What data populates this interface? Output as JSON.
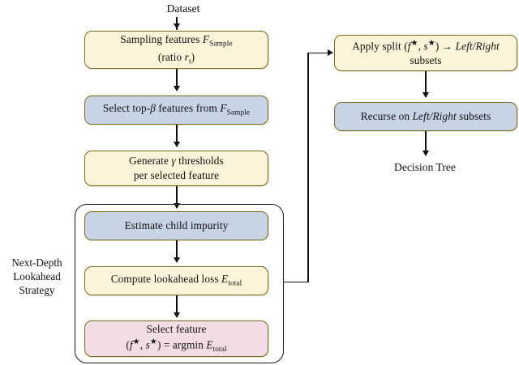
{
  "figure": {
    "type": "flowchart",
    "title": "Next-Depth Lookahead Strategy decision tree construction flowchart",
    "background": "#ffffff",
    "colors": {
      "cream_fill": "#fbf3da",
      "blue_fill": "#c7d4e6",
      "pink_fill": "#f2dce5",
      "node_border": "#7a6a1e",
      "group_border": "#1b1b1b",
      "connector": "#111111",
      "text": "#111111"
    }
  },
  "labels": {
    "dataset": "Dataset",
    "decision_tree": "Decision Tree",
    "strategy_line1": "Next-Depth",
    "strategy_line2": "Lookahead",
    "strategy_line3": "Strategy"
  },
  "nodes": {
    "sampling": {
      "id": "sampling-features",
      "fill": "cream",
      "line1_a": "Sampling features ",
      "line1_b": "F",
      "line1_sub": "Sample",
      "line2_a": "(ratio ",
      "line2_b": "r",
      "line2_sub": "t",
      "line2_c": ")"
    },
    "select_top": {
      "id": "select-top-beta",
      "fill": "blue",
      "text_a": "Select top-",
      "beta": "β",
      "text_b": " features from ",
      "cal": "F",
      "sub": "Sample"
    },
    "thresholds": {
      "id": "generate-thresholds",
      "fill": "cream",
      "line1_a": "Generate ",
      "gamma": "γ",
      "line1_b": " thresholds",
      "line2": "per selected feature"
    },
    "estimate": {
      "id": "estimate-child-impurity",
      "fill": "blue",
      "text": "Estimate child impurity"
    },
    "lookahead_loss": {
      "id": "compute-lookahead-loss",
      "fill": "cream",
      "text_a": "Compute lookahead loss ",
      "E": "E",
      "sub": "total"
    },
    "select_feature": {
      "id": "select-feature",
      "fill": "pink",
      "line1": "Select feature",
      "line2_a": "(",
      "line2_f": "f",
      "line2_star1": "★",
      "line2_comma": ", ",
      "line2_s": "s",
      "line2_star2": "★",
      "line2_b": ") = argmin ",
      "line2_E": "E",
      "line2_sub": "total"
    },
    "apply_split": {
      "id": "apply-split",
      "fill": "cream",
      "line1_a": "Apply split (",
      "line1_f": "f",
      "line1_star1": "★",
      "line1_comma": ", ",
      "line1_s": "s",
      "line1_star2": "★",
      "line1_b": ") →  ",
      "line1_lr": "Left/Right",
      "line2": "subsets"
    },
    "recurse": {
      "id": "recurse-subsets",
      "fill": "blue",
      "text_a": "Recurse on ",
      "lr": "Left/Right",
      "text_b": " subsets"
    }
  },
  "edges": [
    {
      "from": "dataset",
      "to": "sampling",
      "kind": "straight-down"
    },
    {
      "from": "sampling",
      "to": "select_top",
      "kind": "straight-down"
    },
    {
      "from": "select_top",
      "to": "thresholds",
      "kind": "straight-down"
    },
    {
      "from": "thresholds",
      "to": "estimate",
      "kind": "straight-down"
    },
    {
      "from": "estimate",
      "to": "lookahead_loss",
      "kind": "straight-down"
    },
    {
      "from": "lookahead_loss",
      "to": "select_feature",
      "kind": "straight-down"
    },
    {
      "from": "lookahead_loss",
      "to": "apply_split",
      "kind": "right-up-right"
    },
    {
      "from": "apply_split",
      "to": "recurse",
      "kind": "straight-down"
    },
    {
      "from": "recurse",
      "to": "decision_tree",
      "kind": "straight-down"
    }
  ],
  "group": {
    "id": "next-depth-lookahead-group",
    "contains": [
      "estimate",
      "lookahead_loss",
      "select_feature"
    ]
  }
}
